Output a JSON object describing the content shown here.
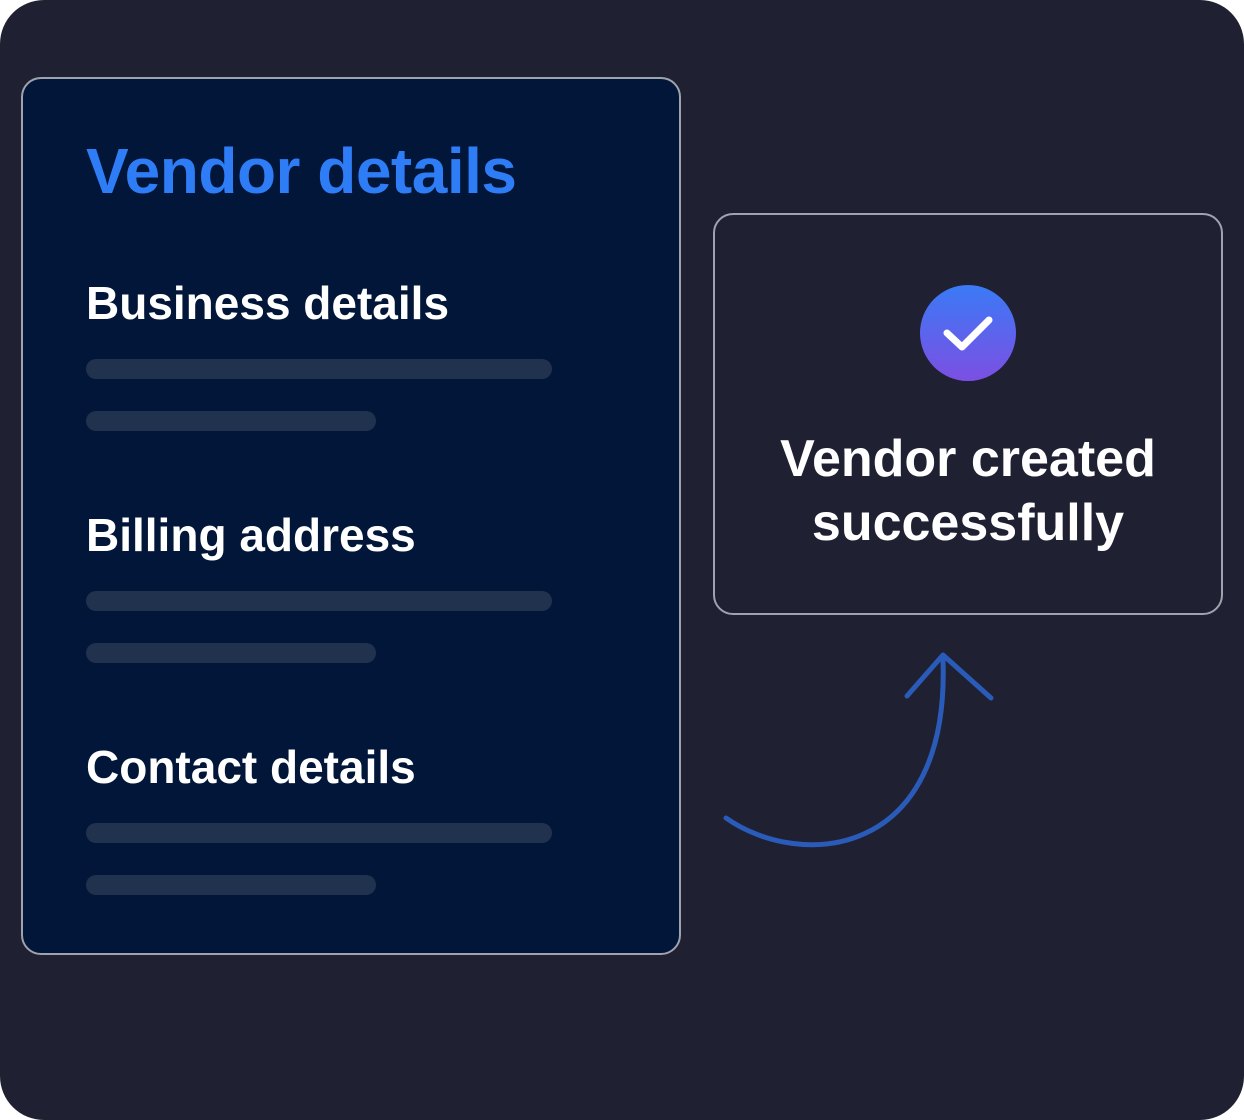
{
  "vendor_form": {
    "title": "Vendor details",
    "title_color": "#2f7df6",
    "sections": [
      {
        "heading": "Business details"
      },
      {
        "heading": "Billing address"
      },
      {
        "heading": "Contact details"
      }
    ]
  },
  "success_toast": {
    "message": "Vendor created successfully",
    "icon": "check-circle-icon"
  },
  "colors": {
    "background": "#1f2133",
    "card_background": "#011638",
    "placeholder": "#21324f",
    "accent": "#2f7df6",
    "badge_gradient_start": "#3a7af6",
    "badge_gradient_end": "#7c4fe3",
    "arrow": "#2a5bb8"
  }
}
